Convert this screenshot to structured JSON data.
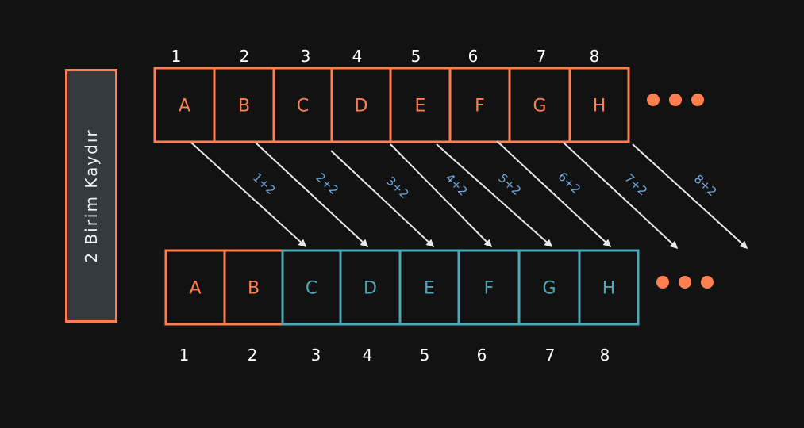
{
  "side_label": "2 Birim Kaydır",
  "top_row": {
    "indices": [
      "1",
      "2",
      "3",
      "4",
      "5",
      "6",
      "7",
      "8"
    ],
    "cells": [
      "A",
      "B",
      "C",
      "D",
      "E",
      "F",
      "G",
      "H"
    ]
  },
  "bottom_row": {
    "indices": [
      "1",
      "2",
      "3",
      "4",
      "5",
      "6",
      "7",
      "8"
    ],
    "cells": [
      "A",
      "B",
      "C",
      "D",
      "E",
      "F",
      "G",
      "H"
    ],
    "shifted_from": 2
  },
  "arrow_labels": [
    "1+2",
    "2+2",
    "3+2",
    "4+2",
    "5+2",
    "6+2",
    "7+2",
    "8+2"
  ],
  "ellipsis_dots": 3,
  "colors": {
    "background": "#121212",
    "orange": "#ff7f50",
    "teal": "#4fa8b5",
    "arrow": "#e8e8e8",
    "arrow_label": "#6ea8e0",
    "text": "#ffffff",
    "panel": "#343a40"
  }
}
